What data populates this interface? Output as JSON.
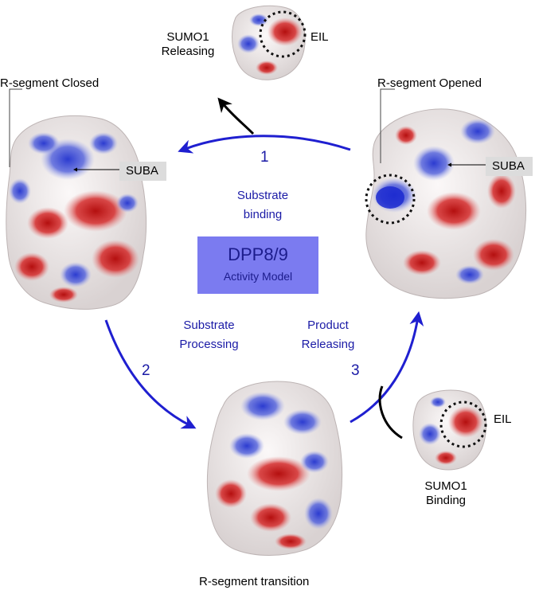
{
  "diagram": {
    "center_box": {
      "title": "DPP8/9",
      "subtitle": "Activity Model",
      "color": "#7b7bf0"
    },
    "states": {
      "closed": {
        "label": "R-segment Closed",
        "site": "SUBA"
      },
      "opened": {
        "label": "R-segment Opened",
        "site": "SUBA"
      },
      "transition": {
        "label": "R-segment transition"
      }
    },
    "sumo_release": {
      "line1": "SUMO1",
      "line2": "Releasing",
      "region": "EIL"
    },
    "sumo_binding": {
      "line1": "SUMO1",
      "line2": "Binding",
      "region": "EIL"
    },
    "steps": [
      {
        "number": "1",
        "line1": "Substrate",
        "line2": "binding"
      },
      {
        "number": "2",
        "line1": "Substrate",
        "line2": "Processing"
      },
      {
        "number": "3",
        "line1": "Product",
        "line2": "Releasing"
      }
    ],
    "colors": {
      "arrow_blue": "#1f1fd0",
      "label_blue": "#1a1aa6",
      "surface_red": "#d42020",
      "surface_blue": "#3f4fd6",
      "surface_white": "#f2eded"
    }
  }
}
